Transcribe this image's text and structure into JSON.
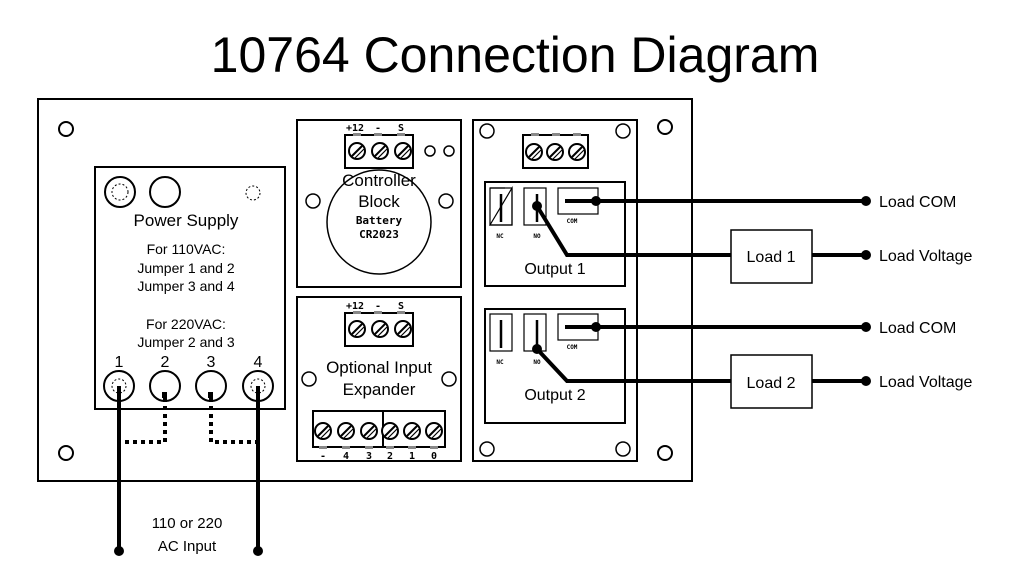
{
  "title": "10764 Connection Diagram",
  "colors": {
    "ink": "#000000",
    "background": "#ffffff"
  },
  "power_supply": {
    "label": "Power Supply",
    "note_110_heading": "For 110VAC:",
    "note_110_line1": "Jumper 1 and 2",
    "note_110_line2": "Jumper 3 and 4",
    "note_220_heading": "For 220VAC:",
    "note_220_line1": "Jumper 2 and 3",
    "terminals": [
      "1",
      "2",
      "3",
      "4"
    ]
  },
  "controller": {
    "label_line1": "Controller",
    "label_line2": "Block",
    "battery_line1": "Battery",
    "battery_line2": "CR2023",
    "terminals": [
      "+12",
      "-",
      "S"
    ]
  },
  "expander": {
    "label_line1": "Optional Input",
    "label_line2": "Expander",
    "top_terminals": [
      "+12",
      "-",
      "S"
    ],
    "bottom_terminals": [
      "-",
      "4",
      "3",
      "2",
      "1",
      "0"
    ]
  },
  "outputs": [
    {
      "label": "Output 1",
      "contacts": [
        "NC",
        "NO",
        "COM"
      ]
    },
    {
      "label": "Output 2",
      "contacts": [
        "NC",
        "NO",
        "COM"
      ]
    }
  ],
  "loads": [
    {
      "label": "Load 1",
      "com_label": "Load COM",
      "voltage_label": "Load Voltage"
    },
    {
      "label": "Load 2",
      "com_label": "Load COM",
      "voltage_label": "Load Voltage"
    }
  ],
  "ac_input": {
    "line1": "110 or 220",
    "line2": "AC Input"
  }
}
